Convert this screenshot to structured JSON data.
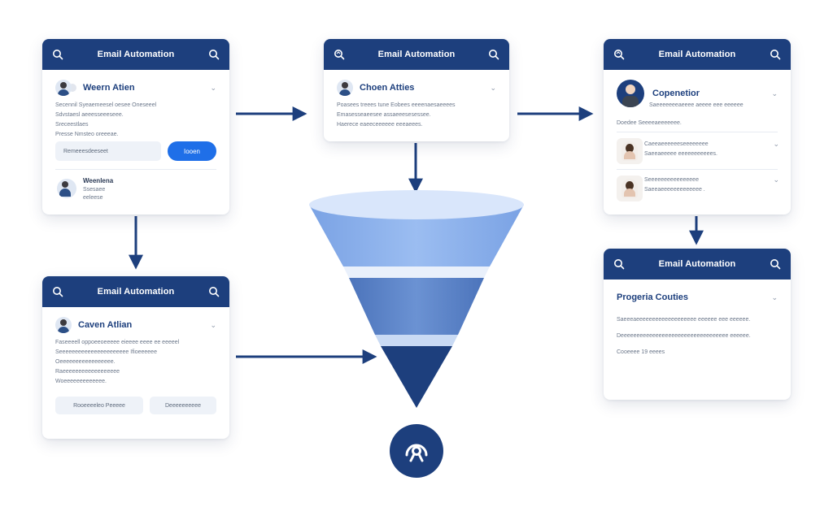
{
  "colors": {
    "header": "#1d3f7d",
    "accent": "#1f6fe8",
    "arrow": "#1d3f7d",
    "funnel_top": "#d8e6fb",
    "funnel_band1": "#8fb3ec",
    "funnel_band2": "#5f86c9",
    "funnel_tip": "#1d3f7d"
  },
  "cards": {
    "top_left": {
      "header_title": "Email Automation",
      "left_icon": "search-icon",
      "right_icon": "search-icon",
      "person_name": "Weern Atien",
      "lines": [
        "Secennil Syeaemeesel oesee Oneseeel",
        "Sdvstaesl aeeesseeeseee.",
        "Sreceestlaes",
        "Presse Nmsteo oreeeae."
      ],
      "input_text": "Remeeesdeeseet",
      "button_label": "Iooen",
      "footer_name": "Weenlena",
      "footer_lines": [
        "Ssesaee",
        "eeleese"
      ]
    },
    "top_middle": {
      "header_title": "Email Automation",
      "left_icon": "tag-search-icon",
      "right_icon": "search-icon",
      "person_name": "Choen Atties",
      "lines": [
        "Poasees treees tune Eobees eeeenaesaeeees",
        "Emasesseaeesee assaeeesesessee.",
        "Haerece eaeeceeeeee eeeaeees."
      ]
    },
    "top_right": {
      "header_title": "Email Automation",
      "left_icon": "tag-search-icon",
      "right_icon": "search-icon",
      "person_name": "Copenetior",
      "lines": [
        "Saeeeeeeeaeeee aeeee eee eeeeee",
        "Doedee  Seeeeaeeeeeee."
      ],
      "contacts": [
        {
          "lines": [
            "Caeeaeeeeeeseeeeeeee",
            "Saeeaeeeee  eeeeeeeeeees."
          ]
        },
        {
          "lines": [
            "Seeeeeeeeeeeeeeee",
            "Saeeaeeeeeeeeeeeee ."
          ]
        }
      ]
    },
    "bottom_left": {
      "header_title": "Email Automation",
      "left_icon": "search-icon",
      "right_icon": "search-icon",
      "person_name": "Caven Atlian",
      "lines": [
        "Faseeeell oppoeeoeeeee eieeee eeee ee eeeeel",
        "Seeeeeeeeeeeeeeeeeeeeee Ifioeeeeee",
        "Oeeeeeeeeeeeeeeeee.",
        "Raeeeeeeeeeeeeeeeeee",
        "Woeeeeeeeeeeeee."
      ],
      "button1_label": "Rooeeeeleo  Peeeee",
      "button2_label": "Deeeeeeeeee"
    },
    "bottom_right": {
      "header_title": "Email Automation",
      "left_icon": "search-icon",
      "right_icon": "search-icon",
      "title": "Progeria Couties",
      "lines": [
        "Saeeeaeeeeeeeeeeeeeeeeeee eeeeee eee eeeeee.",
        "Deeeeeeeeeeeeeeeeeeeeeeeeeeeeeeeeee eeeeee.",
        "Cooeeee 19 eeees"
      ]
    },
    "bottom_icon": "hub-icon"
  }
}
